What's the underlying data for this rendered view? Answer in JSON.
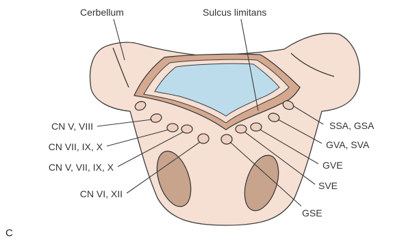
{
  "colors": {
    "tissue": "#f6dfd3",
    "ventricle_wall": "#d4a98f",
    "ventricle_fluid": "#bcdcec",
    "tract": "#c8a48d",
    "nucleus": "#efd0c0",
    "outline": "#3a3a3a"
  },
  "labels": {
    "cerebellum": "Cerbellum",
    "sulcus_limitans": "Sulcus limitans",
    "cn_v_viii": "CN V, VIII",
    "cn_vii_ix_x": "CN VII, IX, X",
    "cn_v_vii_ix_x": "CN V, VII, IX, X",
    "cn_vi_xii": "CN VI, XII",
    "ssa_gsa": "SSA, GSA",
    "gva_sva": "GVA, SVA",
    "gve": "GVE",
    "sve": "SVE",
    "gse": "GSE",
    "panel": "C"
  }
}
